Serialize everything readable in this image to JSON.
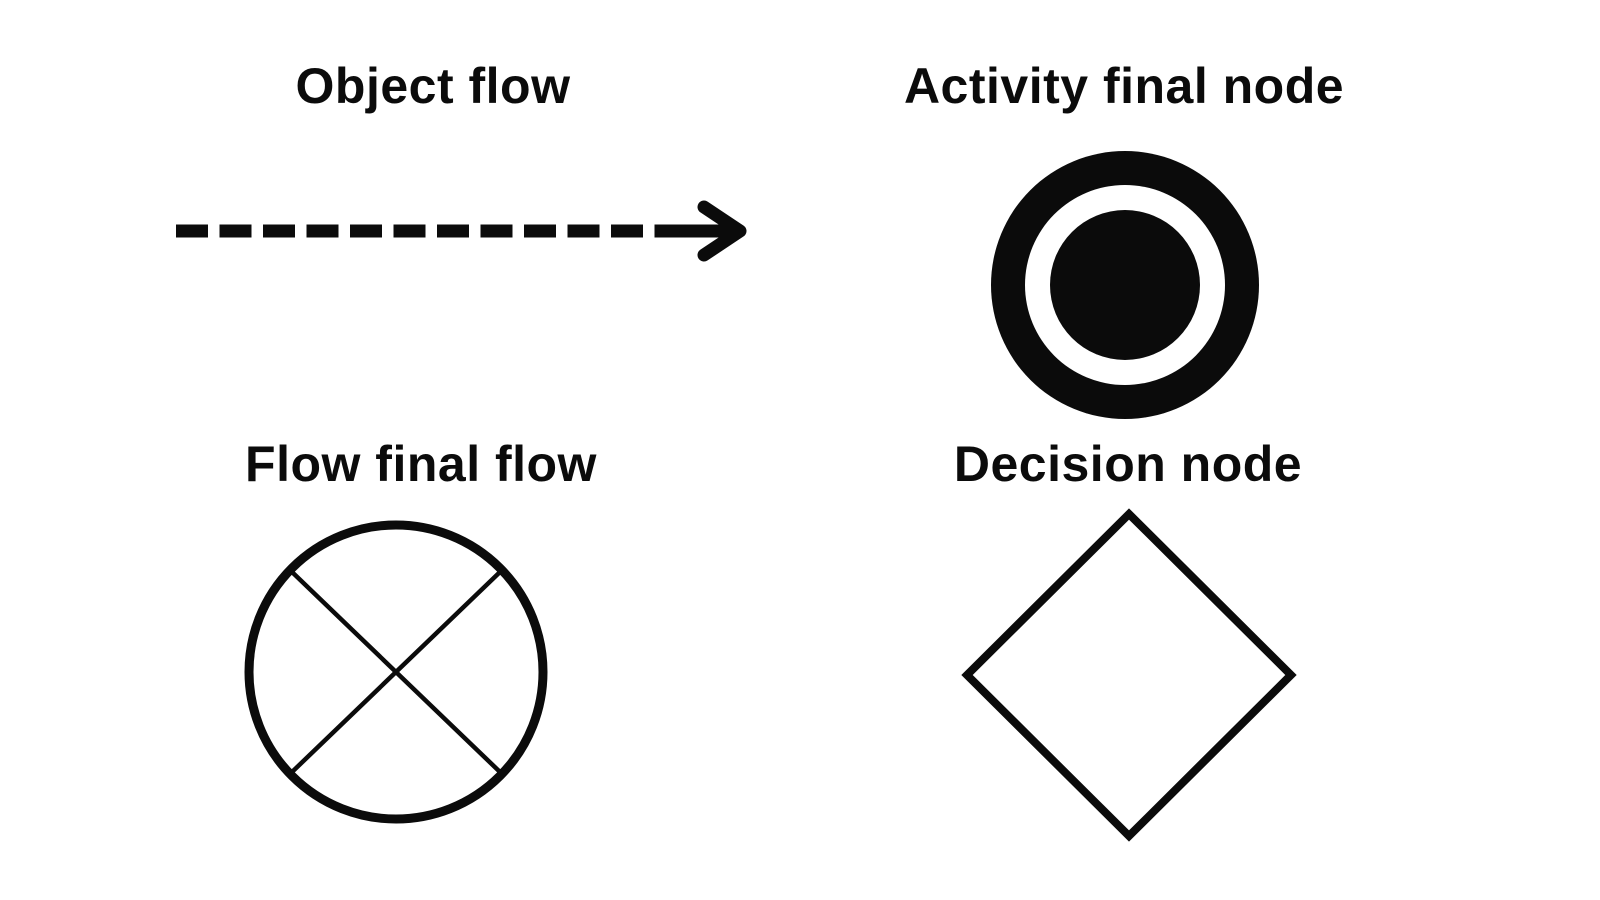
{
  "canvas": {
    "background": "#ffffff",
    "ink": "#0b0b0b"
  },
  "legend": {
    "items": [
      {
        "label": "Object flow",
        "symbol": "dashed-arrow"
      },
      {
        "label": "Activity final node",
        "symbol": "bullseye-circle"
      },
      {
        "label": "Flow final flow",
        "symbol": "crossed-circle"
      },
      {
        "label": "Decision node",
        "symbol": "diamond"
      }
    ]
  }
}
